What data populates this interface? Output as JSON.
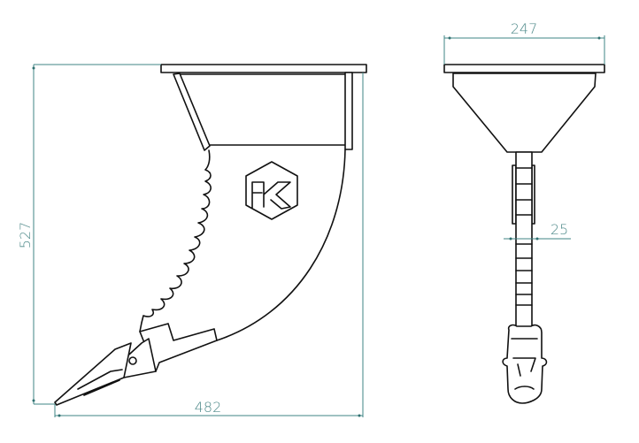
{
  "drawing": {
    "side_view": {
      "height_dimension": "527",
      "width_dimension": "482",
      "logo": "FK"
    },
    "front_view": {
      "width_dimension": "247",
      "shank_thickness_dimension": "25"
    },
    "colors": {
      "line": "#111111",
      "dimension": "#4f8a8a",
      "background": "#ffffff"
    }
  }
}
